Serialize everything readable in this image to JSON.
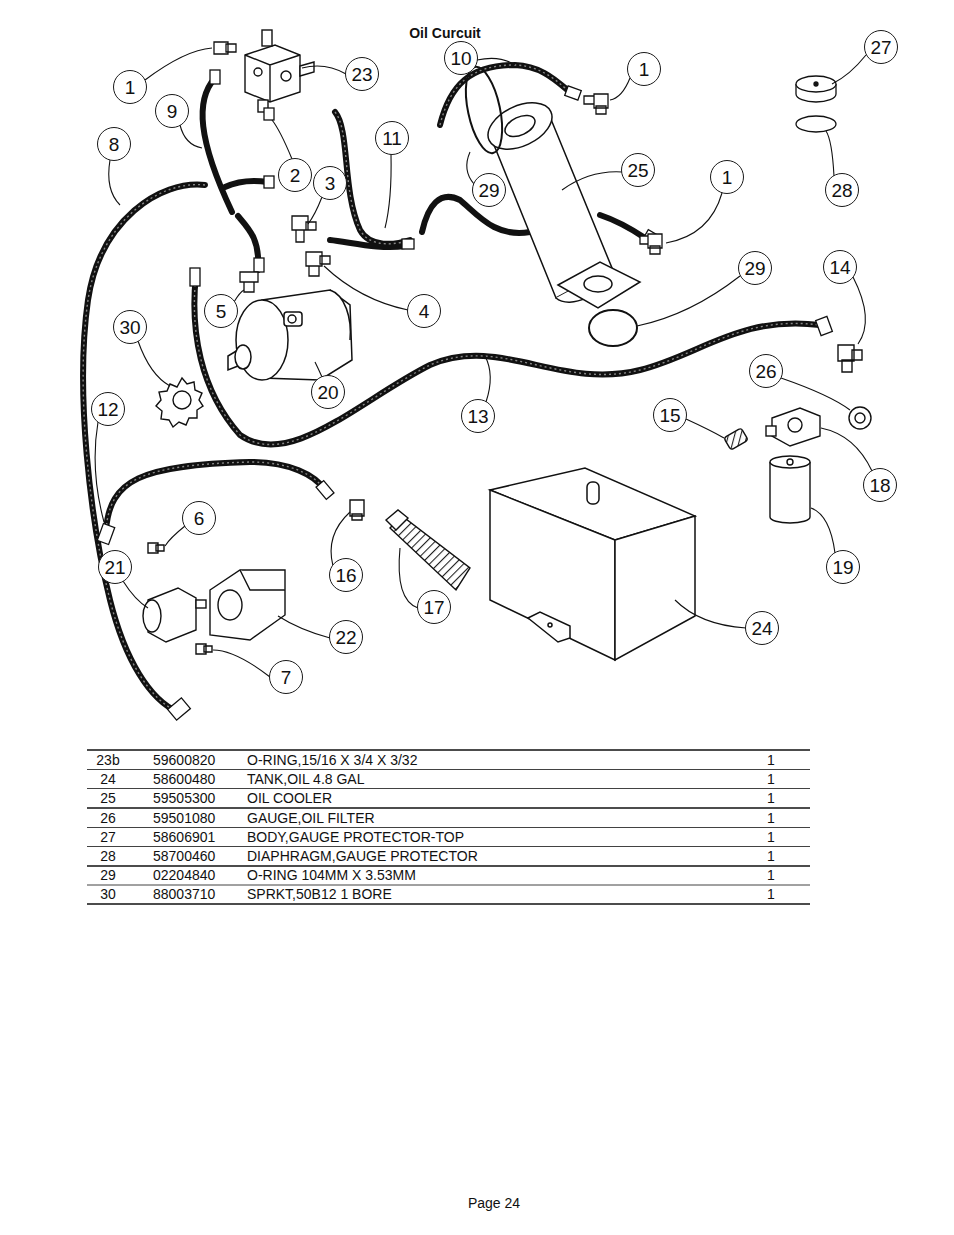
{
  "diagram": {
    "title": "Oil Curcuit",
    "nodes": [
      {
        "text": [
          "27"
        ]
      },
      {
        "text": [
          "10"
        ]
      },
      {
        "text": [
          "1"
        ]
      },
      {
        "text": [
          "23"
        ]
      },
      {
        "text": [
          "1"
        ]
      },
      {
        "text": [
          "9"
        ]
      },
      {
        "text": [
          "11"
        ]
      },
      {
        "text": [
          "8"
        ]
      },
      {
        "text": [
          "25"
        ]
      },
      {
        "text": [
          "2"
        ]
      },
      {
        "text": [
          "1"
        ]
      },
      {
        "text": [
          "3"
        ]
      },
      {
        "text": [
          "29"
        ]
      },
      {
        "text": [
          "28"
        ]
      },
      {
        "text": [
          "29"
        ]
      },
      {
        "text": [
          "14"
        ]
      },
      {
        "text": [
          "5"
        ]
      },
      {
        "text": [
          "4"
        ]
      },
      {
        "text": [
          "30"
        ]
      },
      {
        "text": [
          "26"
        ]
      },
      {
        "text": [
          "20"
        ]
      },
      {
        "text": [
          "12"
        ]
      },
      {
        "text": [
          "15"
        ]
      },
      {
        "text": [
          "13"
        ]
      },
      {
        "text": [
          "18"
        ]
      },
      {
        "text": [
          "6"
        ]
      },
      {
        "text": [
          "21"
        ]
      },
      {
        "text": [
          "19"
        ]
      },
      {
        "text": [
          "16"
        ]
      },
      {
        "text": [
          "17"
        ]
      },
      {
        "text": [
          "24"
        ]
      },
      {
        "text": [
          "22"
        ]
      },
      {
        "text": [
          "7"
        ]
      }
    ],
    "labels": [
      "23b",
      "59600820",
      "O-RING,15/16 X 3/4 X 3/32",
      "1",
      "24",
      "58600480",
      "TANK,OIL 4.8 GAL",
      "1",
      "25",
      "59505300",
      "OIL COOLER",
      "1",
      "26",
      "59501080",
      "GAUGE,OIL FILTER",
      "1",
      "27",
      "58606901",
      "BODY,GAUGE PROTECTOR-TOP",
      "1",
      "28",
      "58700460",
      "DIAPHRAGM,GAUGE PROTECTOR",
      "1",
      "29",
      "02204840",
      "O-RING 104MM X 3.53MM",
      "1",
      "30",
      "88003710",
      "SPRKT,50B12 1 BORE",
      "1",
      "Page 24"
    ]
  }
}
